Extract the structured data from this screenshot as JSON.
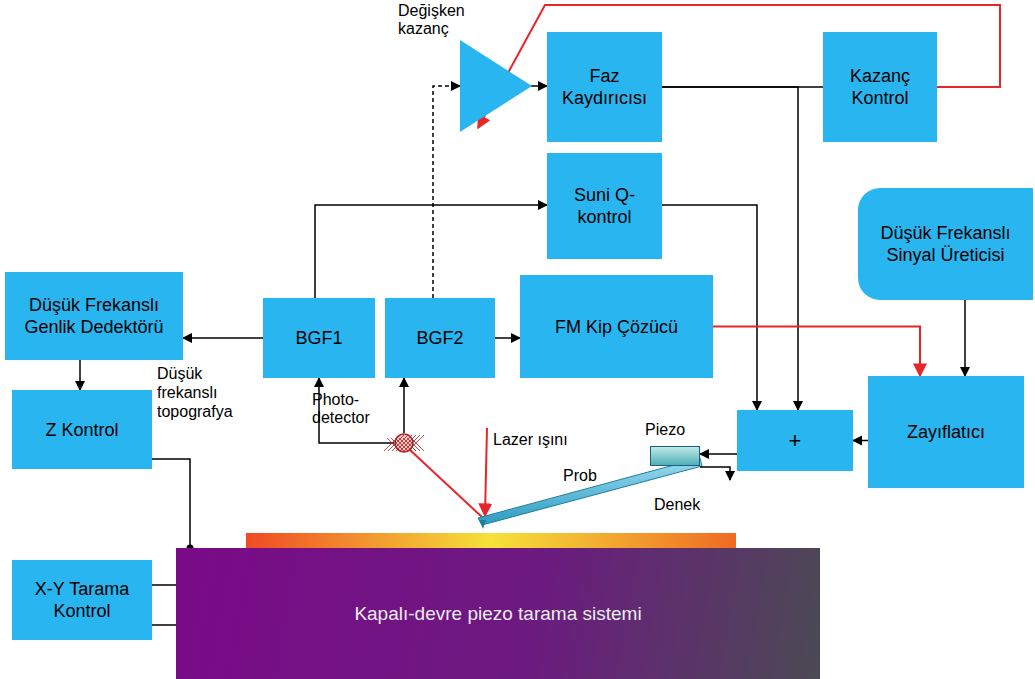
{
  "diagram": {
    "nodes": [
      {
        "text": [
          "Değişken kazanç"
        ]
      },
      {
        "text": [
          "Faz Kaydırıcısı"
        ]
      },
      {
        "text": [
          "Kazanç Kontrol"
        ]
      },
      {
        "text": [
          "Suni Q-kontrol"
        ]
      },
      {
        "text": [
          "Düşük Frekanslı Sinyal Üreticisi"
        ]
      },
      {
        "text": [
          "Düşük Frekanslı Genlik Dedektörü"
        ]
      },
      {
        "text": [
          "BGF1"
        ]
      },
      {
        "text": [
          "BGF2"
        ]
      },
      {
        "text": [
          "FM Kip Çözücü"
        ]
      },
      {
        "text": [
          "Z Kontrol"
        ]
      },
      {
        "text": [
          "Photo-detector"
        ]
      },
      {
        "text": [
          "Zayıflatıcı"
        ]
      },
      {
        "text": [
          "+"
        ]
      },
      {
        "text": [
          "X-Y Tarama Kontrol"
        ]
      },
      {
        "text": [
          "Kapalı-devre piezo tarama sistemi"
        ]
      },
      {
        "text": [
          "Piezo"
        ]
      }
    ],
    "edges": [
      {
        "from": 0,
        "to": 1,
        "arrow": "to"
      },
      {
        "from": 2,
        "to": 0,
        "arrow": "to"
      },
      {
        "from": 1,
        "to": 2,
        "arrow": "none"
      },
      {
        "from": 1,
        "to": 12,
        "arrow": "to"
      },
      {
        "from": 3,
        "to": 12,
        "arrow": "to"
      },
      {
        "from": 6,
        "to": 3,
        "arrow": "to"
      },
      {
        "from": 7,
        "to": 0,
        "arrow": "to"
      },
      {
        "from": 6,
        "to": 5,
        "arrow": "to"
      },
      {
        "from": 7,
        "to": 8,
        "arrow": "to"
      },
      {
        "from": 8,
        "to": 11,
        "arrow": "to"
      },
      {
        "from": 4,
        "to": 11,
        "arrow": "to"
      },
      {
        "from": 11,
        "to": 12,
        "arrow": "to"
      },
      {
        "from": 12,
        "to": 15,
        "arrow": "to"
      },
      {
        "from": 10,
        "to": 6,
        "arrow": "to"
      },
      {
        "from": 10,
        "to": 7,
        "arrow": "to"
      },
      {
        "from": 5,
        "to": 9,
        "arrow": "to"
      },
      {
        "from": 9,
        "to": 14,
        "arrow": "none"
      },
      {
        "from": 13,
        "to": 14,
        "arrow": "none"
      },
      {
        "from": 13,
        "to": 14,
        "arrow": "none"
      }
    ],
    "labels": [
      "Düşük frekanslı topografya",
      "Lazer ışını",
      "Prob",
      "Denek"
    ]
  }
}
